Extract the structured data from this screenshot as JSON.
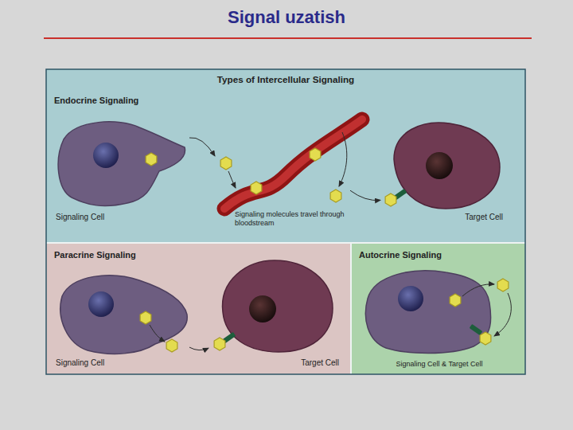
{
  "diagram": {
    "title": "Signal uzatish",
    "nodes": [
      {
        "text": [
          "Types of Intercellular Signaling"
        ]
      },
      {
        "text": [
          "Endocrine Signaling"
        ],
        "in": 0
      },
      {
        "text": [
          "Signaling Cell"
        ],
        "in": 1
      },
      {
        "text": [
          "Signaling molecules travel through bloodstream"
        ],
        "in": 1
      },
      {
        "text": [
          "Target Cell"
        ],
        "in": 1
      },
      {
        "text": [
          "Paracrine Signaling"
        ],
        "in": 0
      },
      {
        "text": [
          "Signaling Cell"
        ],
        "in": 5
      },
      {
        "text": [
          "Target Cell"
        ],
        "in": 5
      },
      {
        "text": [
          "Autocrine Signaling"
        ],
        "in": 0
      },
      {
        "text": [
          "Signaling Cell & Target Cell"
        ],
        "in": 8
      }
    ],
    "edges": [
      {
        "from": 2,
        "to": 3,
        "arrow": "to"
      },
      {
        "from": 3,
        "to": 4,
        "arrow": "to"
      },
      {
        "from": 6,
        "to": 7,
        "arrow": "to"
      }
    ]
  }
}
